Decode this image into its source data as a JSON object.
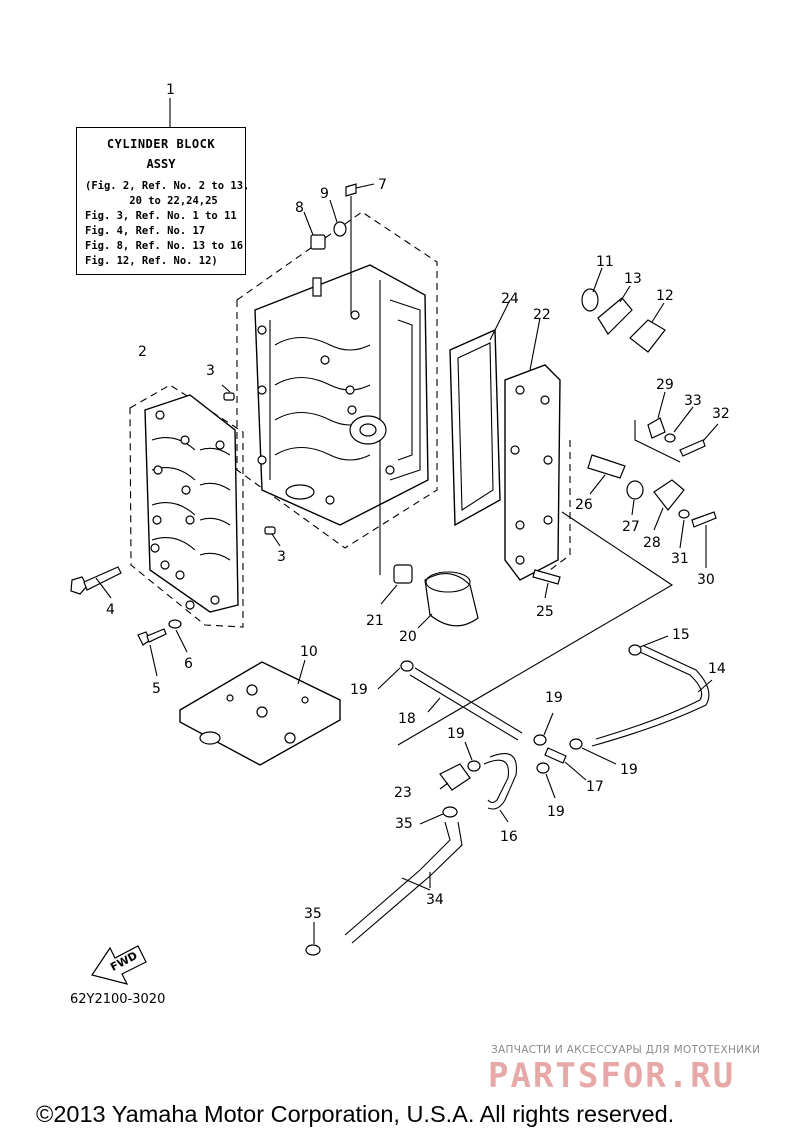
{
  "info_box": {
    "title": "CYLINDER BLOCK",
    "subtitle": "ASSY",
    "lines": [
      "(Fig. 2, Ref. No. 2 to 13,",
      "       20 to 22,24,25",
      "Fig. 3, Ref. No. 1 to 11",
      "Fig. 4, Ref. No. 17",
      "Fig. 8, Ref. No. 13 to 16",
      "Fig. 12, Ref. No. 12)"
    ]
  },
  "callouts": [
    "1",
    "2",
    "3",
    "3",
    "4",
    "5",
    "6",
    "7",
    "8",
    "9",
    "10",
    "11",
    "12",
    "13",
    "14",
    "15",
    "16",
    "17",
    "18",
    "19",
    "19",
    "19",
    "19",
    "19",
    "20",
    "21",
    "22",
    "23",
    "24",
    "25",
    "26",
    "27",
    "28",
    "29",
    "30",
    "31",
    "32",
    "33",
    "34",
    "35",
    "35"
  ],
  "fwd_label": "FWD",
  "drawing_code": "62Y2100-3020",
  "watermark": {
    "tagline": "ЗАПЧАСТИ И АКСЕССУАРЫ ДЛЯ МОТОТЕХНИКИ",
    "logo": "PARTSFOR.RU"
  },
  "copyright": "©2013 Yamaha Motor Corporation, U.S.A. All rights reserved."
}
